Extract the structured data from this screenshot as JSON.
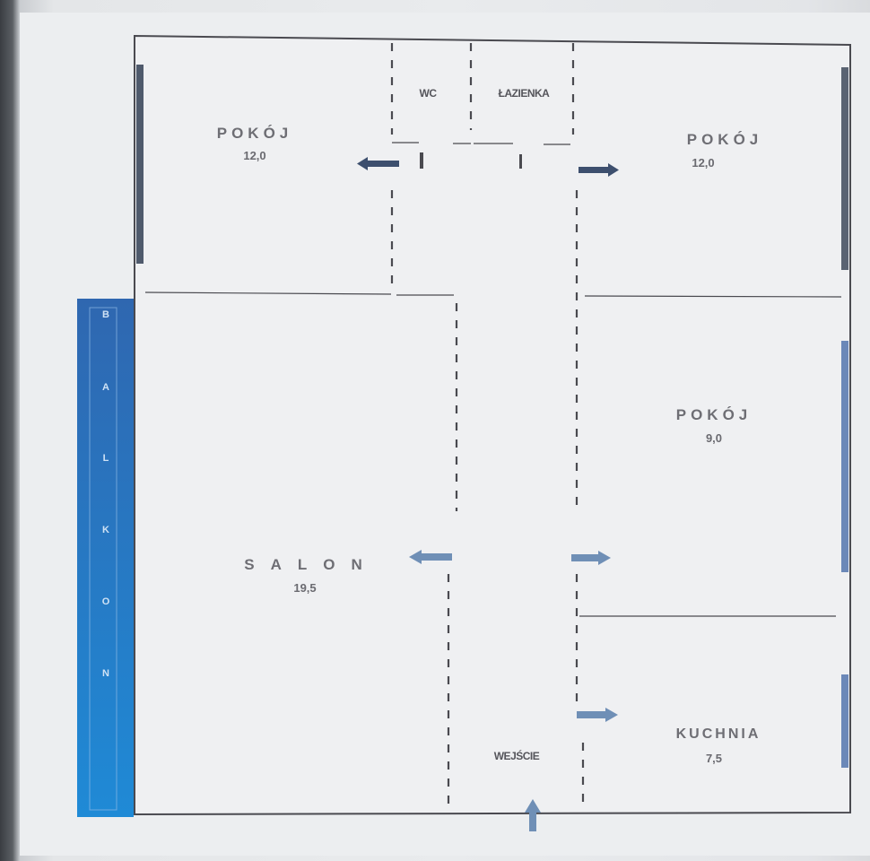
{
  "rooms": {
    "pokoj_top_left": {
      "name": "POKÓJ",
      "area": "12,0"
    },
    "pokoj_top_right": {
      "name": "POKÓJ",
      "area": "12,0"
    },
    "pokoj_right": {
      "name": "POKÓJ",
      "area": "9,0"
    },
    "salon": {
      "name": "SALON",
      "area": "19,5"
    },
    "kuchnia": {
      "name": "KUCHNIA",
      "area": "7,5"
    },
    "wc": {
      "name": "WC"
    },
    "lazienka": {
      "name": "ŁAZIENKA"
    },
    "wejscie": {
      "name": "WEJŚCIE"
    }
  },
  "balkon": {
    "letters": [
      "B",
      "A",
      "L",
      "K",
      "O",
      "N"
    ]
  },
  "colors": {
    "wall": "#4a4a50",
    "window": "#6b88b8",
    "arrow": "#6f8fb6",
    "balcony_top": "#2f67b0",
    "balcony_bottom": "#1f8ad6"
  }
}
